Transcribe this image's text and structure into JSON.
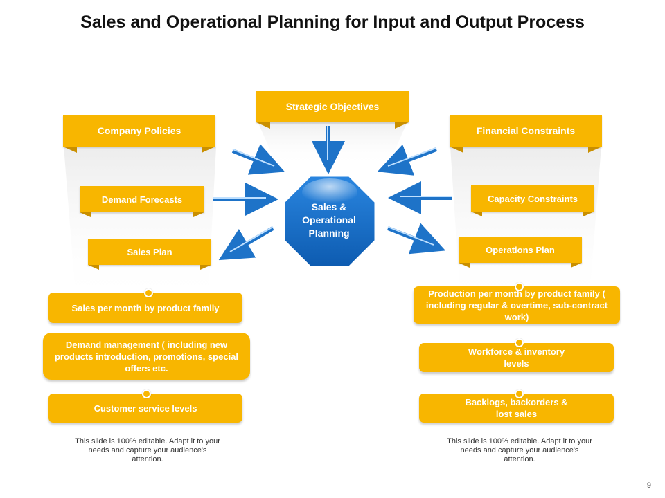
{
  "title": "Sales and Operational Planning for Input and Output Process",
  "hub": {
    "label": "Sales & Operational Planning"
  },
  "inputs": {
    "strategic": "Strategic Objectives",
    "company_policies": "Company Policies",
    "financial_constraints": "Financial Constraints",
    "demand_forecasts": "Demand Forecasts",
    "capacity_constraints": "Capacity Constraints"
  },
  "outputs": {
    "sales_plan": "Sales Plan",
    "operations_plan": "Operations Plan"
  },
  "sales_details": [
    "Sales per month by product family",
    "Demand management ( including new products introduction, promotions, special offers etc.",
    "Customer service levels"
  ],
  "operations_details": [
    "Production per month by product family ( including regular & overtime, sub-contract work)",
    "Workforce & inventory levels",
    "Backlogs, backorders & lost sales"
  ],
  "notes": {
    "left": "This slide is 100% editable. Adapt it to your needs and capture your audience's attention.",
    "right": "This slide is 100% editable. Adapt it to your needs and capture your audience's attention."
  },
  "page_number": "9",
  "colors": {
    "banner": "#f8b600",
    "hub": "#1565c0",
    "arrow": "#1e73c8"
  }
}
